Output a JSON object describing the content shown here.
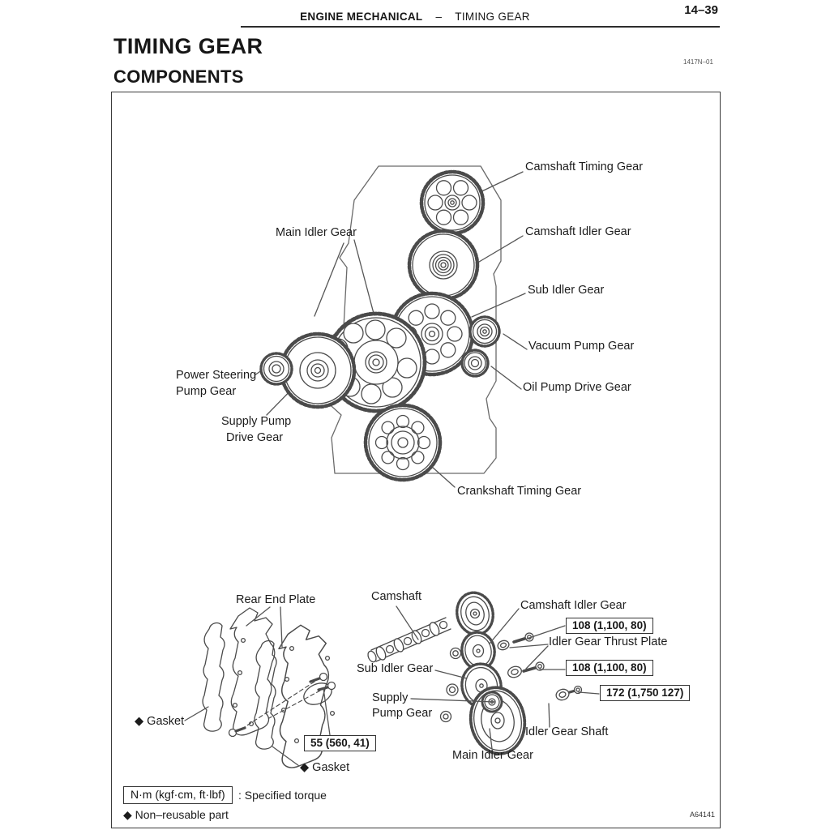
{
  "header": {
    "page_number": "14–39",
    "section": "ENGINE MECHANICAL",
    "separator": "–",
    "subsection": "TIMING GEAR"
  },
  "title": "TIMING GEAR",
  "subtitle": "COMPONENTS",
  "doc_code": "1417N–01",
  "figure_id": "A64141",
  "top_diagram": {
    "labels": {
      "camshaft_timing_gear": "Camshaft Timing Gear",
      "camshaft_idler_gear": "Camshaft Idler Gear",
      "main_idler_gear": "Main Idler Gear",
      "sub_idler_gear": "Sub Idler Gear",
      "vacuum_pump_gear": "Vacuum Pump Gear",
      "oil_pump_drive_gear": "Oil Pump Drive Gear",
      "power_steering_line1": "Power Steering",
      "power_steering_line2": "Pump Gear",
      "supply_pump_line1": "Supply Pump",
      "supply_pump_line2": "Drive Gear",
      "crankshaft_timing_gear": "Crankshaft Timing Gear"
    }
  },
  "bottom_diagram": {
    "labels": {
      "rear_end_plate": "Rear End Plate",
      "camshaft": "Camshaft",
      "camshaft_idler_gear": "Camshaft Idler Gear",
      "idler_gear_thrust_plate": "Idler Gear Thrust Plate",
      "sub_idler_gear": "Sub Idler Gear",
      "supply_line1": "Supply",
      "supply_line2": "Pump Gear",
      "idler_gear_shaft": "Idler Gear Shaft",
      "main_idler_gear": "Main Idler Gear",
      "gasket_left": "◆ Gasket",
      "gasket_bottom": "◆ Gasket"
    },
    "torques": {
      "camshaft_idler_bolt": "108 (1,100, 80)",
      "sub_idler_bolt": "108 (1,100, 80)",
      "idler_gear_shaft": "172 (1,750 127)",
      "rear_end_plate_bolt": "55 (560, 41)"
    }
  },
  "legend": {
    "torque_unit": "N·m (kgf·cm, ft·lbf)",
    "torque_label": ": Specified torque",
    "non_reusable": "◆ Non–reusable part"
  }
}
